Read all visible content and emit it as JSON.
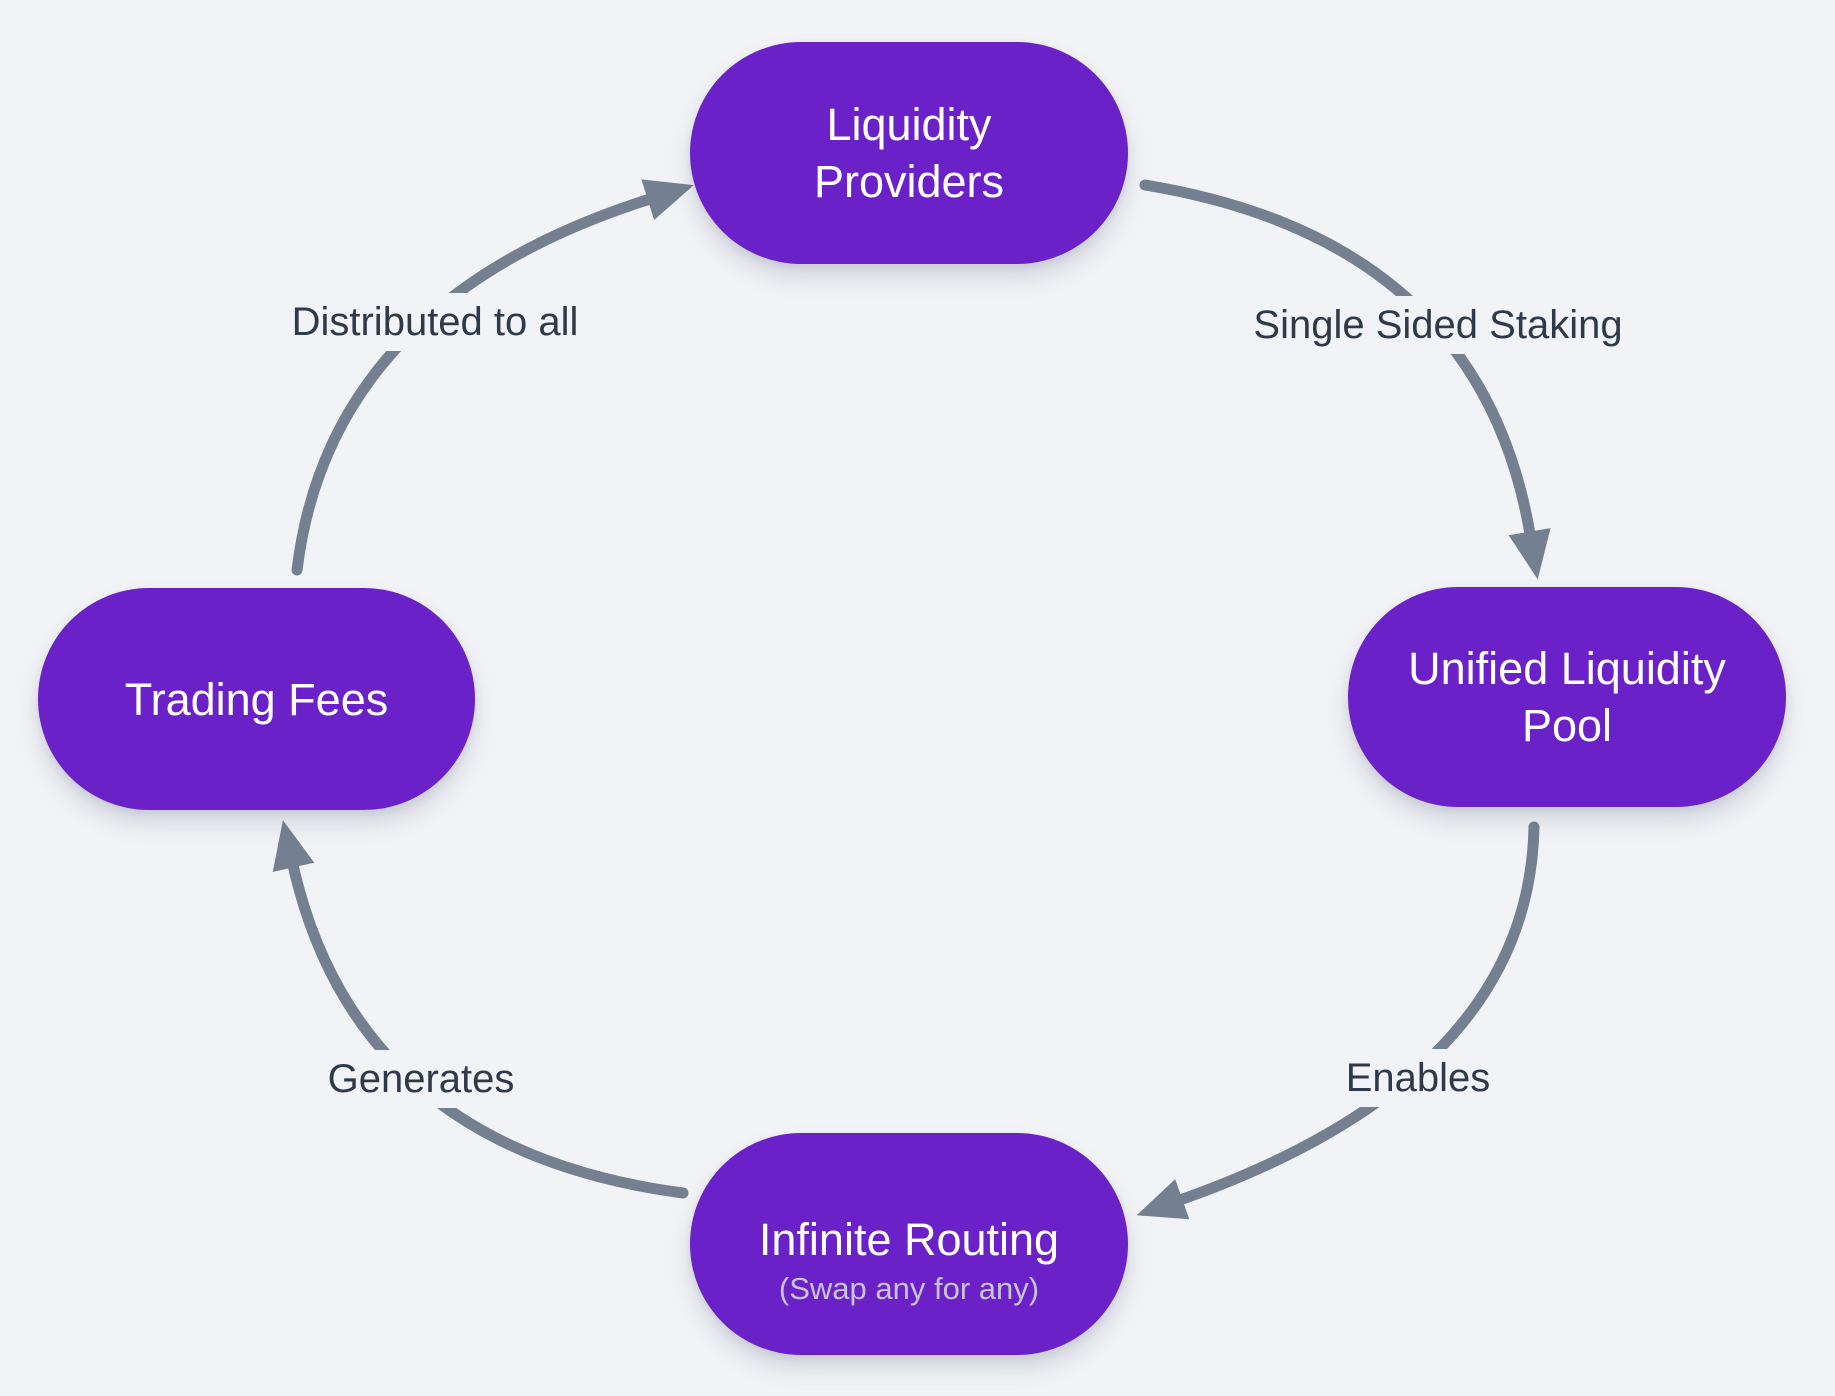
{
  "diagram": {
    "type": "cycle-flowchart",
    "colors": {
      "background": "#f1f3f6",
      "node_fill": "#6b21c8",
      "node_text": "#ffffff",
      "node_subtitle": "#c9c3d8",
      "arrow": "#74808f",
      "edge_label": "#2e3a49"
    },
    "nodes": [
      {
        "id": "liquidity-providers",
        "label": "Liquidity\nProviders"
      },
      {
        "id": "unified-liquidity-pool",
        "label": "Unified Liquidity\nPool"
      },
      {
        "id": "infinite-routing",
        "label": "Infinite Routing",
        "subtitle": "(Swap any for any)"
      },
      {
        "id": "trading-fees",
        "label": "Trading Fees"
      }
    ],
    "edges": [
      {
        "from": "trading-fees",
        "to": "liquidity-providers",
        "label": "Distributed to all"
      },
      {
        "from": "liquidity-providers",
        "to": "unified-liquidity-pool",
        "label": "Single Sided Staking"
      },
      {
        "from": "unified-liquidity-pool",
        "to": "infinite-routing",
        "label": "Enables"
      },
      {
        "from": "infinite-routing",
        "to": "trading-fees",
        "label": "Generates"
      }
    ]
  }
}
